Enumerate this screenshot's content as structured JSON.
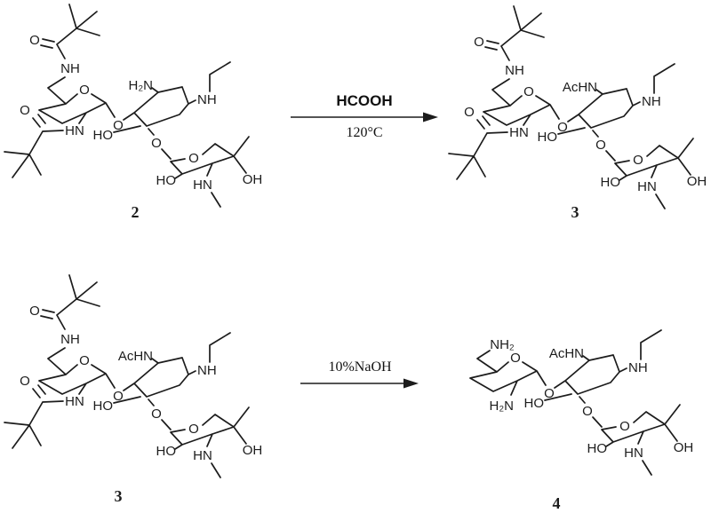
{
  "page": {
    "background": "#ffffff",
    "line_color": "#1c1c1c"
  },
  "reactions": [
    {
      "reagent": "HCOOH",
      "condition": "120°C"
    },
    {
      "reagent": "10%NaOH",
      "condition": ""
    }
  ],
  "compounds": [
    {
      "number": "2",
      "variant": "pivaloyl",
      "labels": {
        "pivaloyl_top_O": "O",
        "pivaloyl_top_NH": "NH",
        "pivaloyl_side_O": "O",
        "pivaloyl_side_HN": "HN",
        "ring_A_O": "O",
        "core_amine": "H₂N",
        "core_NH": "NH",
        "core_HO": "HO",
        "glycosidic_O_A": "O",
        "glycosidic_O_C": "O",
        "ring_C_O": "O",
        "ring_C_HO": "HO",
        "ring_C_HN": "HN",
        "ring_C_OH": "OH"
      }
    },
    {
      "number": "3",
      "variant": "pivaloyl",
      "labels": {
        "pivaloyl_top_O": "O",
        "pivaloyl_top_NH": "NH",
        "pivaloyl_side_O": "O",
        "pivaloyl_side_HN": "HN",
        "ring_A_O": "O",
        "core_amine": "AcHN",
        "core_NH": "NH",
        "core_HO": "HO",
        "glycosidic_O_A": "O",
        "glycosidic_O_C": "O",
        "ring_C_O": "O",
        "ring_C_HO": "HO",
        "ring_C_HN": "HN",
        "ring_C_OH": "OH"
      }
    },
    {
      "number": "3",
      "variant": "pivaloyl",
      "labels": {
        "pivaloyl_top_O": "O",
        "pivaloyl_top_NH": "NH",
        "pivaloyl_side_O": "O",
        "pivaloyl_side_HN": "HN",
        "ring_A_O": "O",
        "core_amine": "AcHN",
        "core_NH": "NH",
        "core_HO": "HO",
        "glycosidic_O_A": "O",
        "glycosidic_O_C": "O",
        "ring_C_O": "O",
        "ring_C_HO": "HO",
        "ring_C_HN": "HN",
        "ring_C_OH": "OH"
      }
    },
    {
      "number": "4",
      "variant": "free_amine",
      "labels": {
        "chain_NH2": "NH₂",
        "ring_A_amine": "H₂N",
        "ring_A_O": "O",
        "core_amine": "AcHN",
        "core_NH": "NH",
        "core_HO": "HO",
        "glycosidic_O_A": "O",
        "glycosidic_O_C": "O",
        "ring_C_O": "O",
        "ring_C_HO": "HO",
        "ring_C_HN": "HN",
        "ring_C_OH": "OH"
      }
    }
  ]
}
